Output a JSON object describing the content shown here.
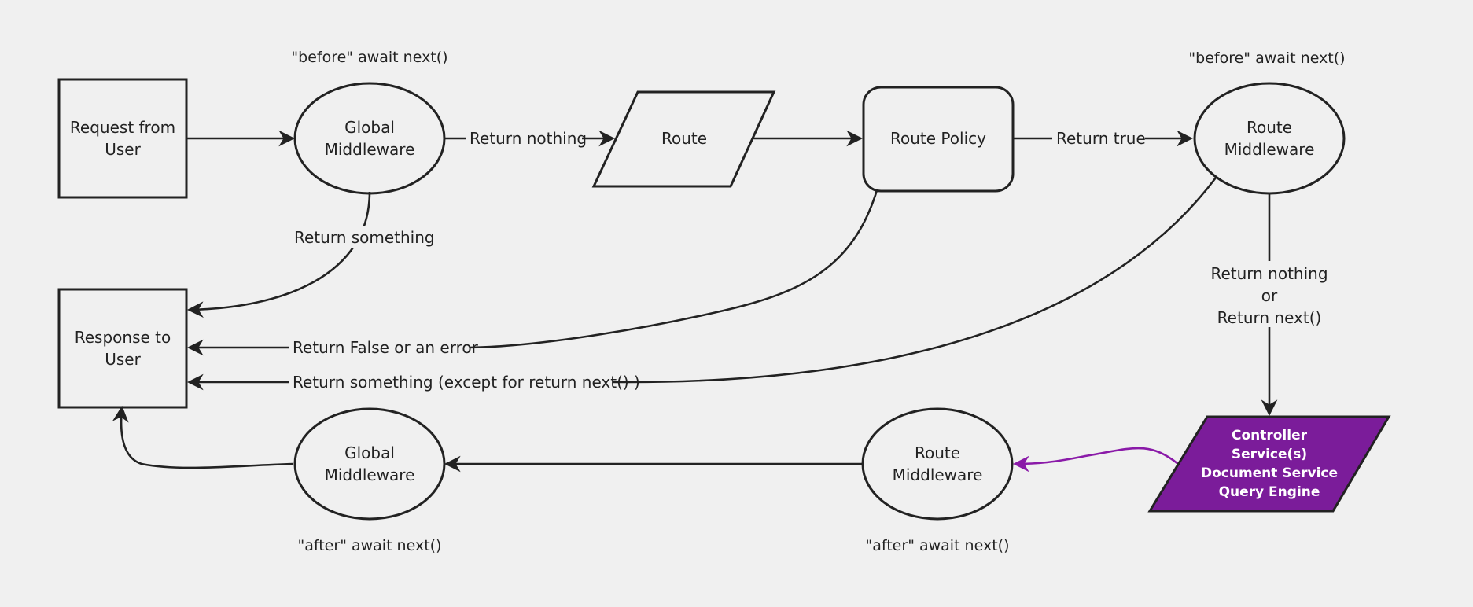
{
  "nodes": {
    "request": {
      "line1": "Request from",
      "line2": "User"
    },
    "global_mw_before": {
      "line1": "Global",
      "line2": "Middleware"
    },
    "route": {
      "label": "Route"
    },
    "route_policy": {
      "label": "Route Policy"
    },
    "route_mw_before": {
      "line1": "Route",
      "line2": "Middleware"
    },
    "response": {
      "line1": "Response to",
      "line2": "User"
    },
    "global_mw_after": {
      "line1": "Global",
      "line2": "Middleware"
    },
    "route_mw_after": {
      "line1": "Route",
      "line2": "Middleware"
    },
    "controller": {
      "lines": [
        "Controller",
        "Service(s)",
        "Document Service",
        "Query Engine"
      ]
    }
  },
  "notes": {
    "global_before": "\"before\" await next()",
    "route_before": "\"before\" await next()",
    "global_after": "\"after\" await next()",
    "route_after": "\"after\" await next()"
  },
  "edge_labels": {
    "return_nothing": "Return nothing",
    "return_something": "Return something",
    "return_true": "Return true",
    "return_false_or_error": "Return False or an error",
    "return_something_except": "Return something (except for return next() )",
    "route_mw_down_1": "Return nothing",
    "route_mw_down_2": "or",
    "route_mw_down_3": "Return next()"
  },
  "colors": {
    "controller_fill": "#7b1c9a",
    "purple_arrow": "#8a1aa8",
    "stroke": "#222222",
    "background": "#f0f0f0"
  }
}
